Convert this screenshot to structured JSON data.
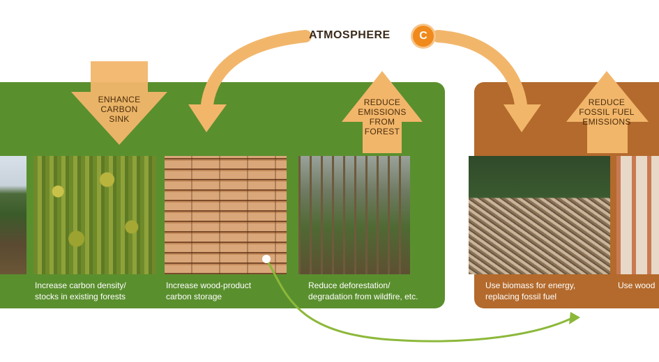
{
  "atmosphere": {
    "title": "ATMOSPHERE",
    "badge": "C"
  },
  "arrows": {
    "enhance_sink": [
      "ENHANCE",
      "CARBON",
      "SINK"
    ],
    "reduce_forest": [
      "REDUCE",
      "EMISSIONS",
      "FROM",
      "FOREST"
    ],
    "reduce_fossil": [
      "REDUCE",
      "FOSSIL FUEL",
      "EMISSIONS"
    ]
  },
  "captions": {
    "carbon_density": [
      "Increase carbon density/",
      "stocks in existing forests"
    ],
    "wood_product": [
      "Increase wood-product",
      "carbon storage"
    ],
    "deforestation": [
      "Reduce deforestation/",
      "degradation from wildfire, etc."
    ],
    "biomass": [
      "Use biomass for energy,",
      "replacing fossil fuel"
    ],
    "wood_building": [
      "Use wood"
    ]
  },
  "colors": {
    "forest_panel": "#5a8f2e",
    "fossil_panel": "#b36a2c",
    "arrow_fill": "#f2b66b",
    "badge": "#f08a1c"
  },
  "icons": [
    "circle-c-badge",
    "curved-arrow-down",
    "curved-arrow-right"
  ]
}
